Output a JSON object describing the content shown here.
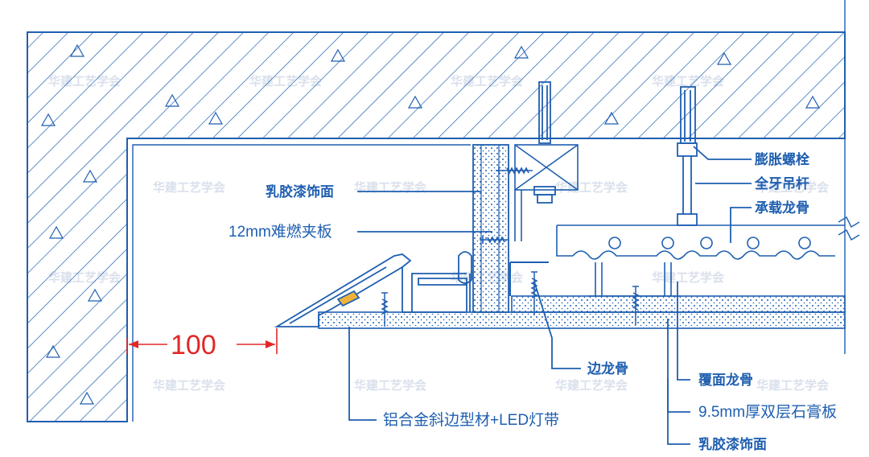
{
  "labels": {
    "expansion_bolt": "膨胀螺栓",
    "threaded_rod": "全牙吊杆",
    "main_runner": "承载龙骨",
    "latex_finish_top": "乳胶漆饰面",
    "fire_board": "12mm难燃夹板",
    "edge_keel": "边龙骨",
    "cover_keel": "覆面龙骨",
    "gypsum_board": "9.5mm厚双层石膏板",
    "latex_finish_bottom": "乳胶漆饰面",
    "aluminum_profile": "铝合金斜边型材+LED灯带"
  },
  "dimension": {
    "value": "100"
  },
  "watermark": "华建工艺学会",
  "colors": {
    "line": "#1f5fb0",
    "dimension": "#e02828"
  }
}
